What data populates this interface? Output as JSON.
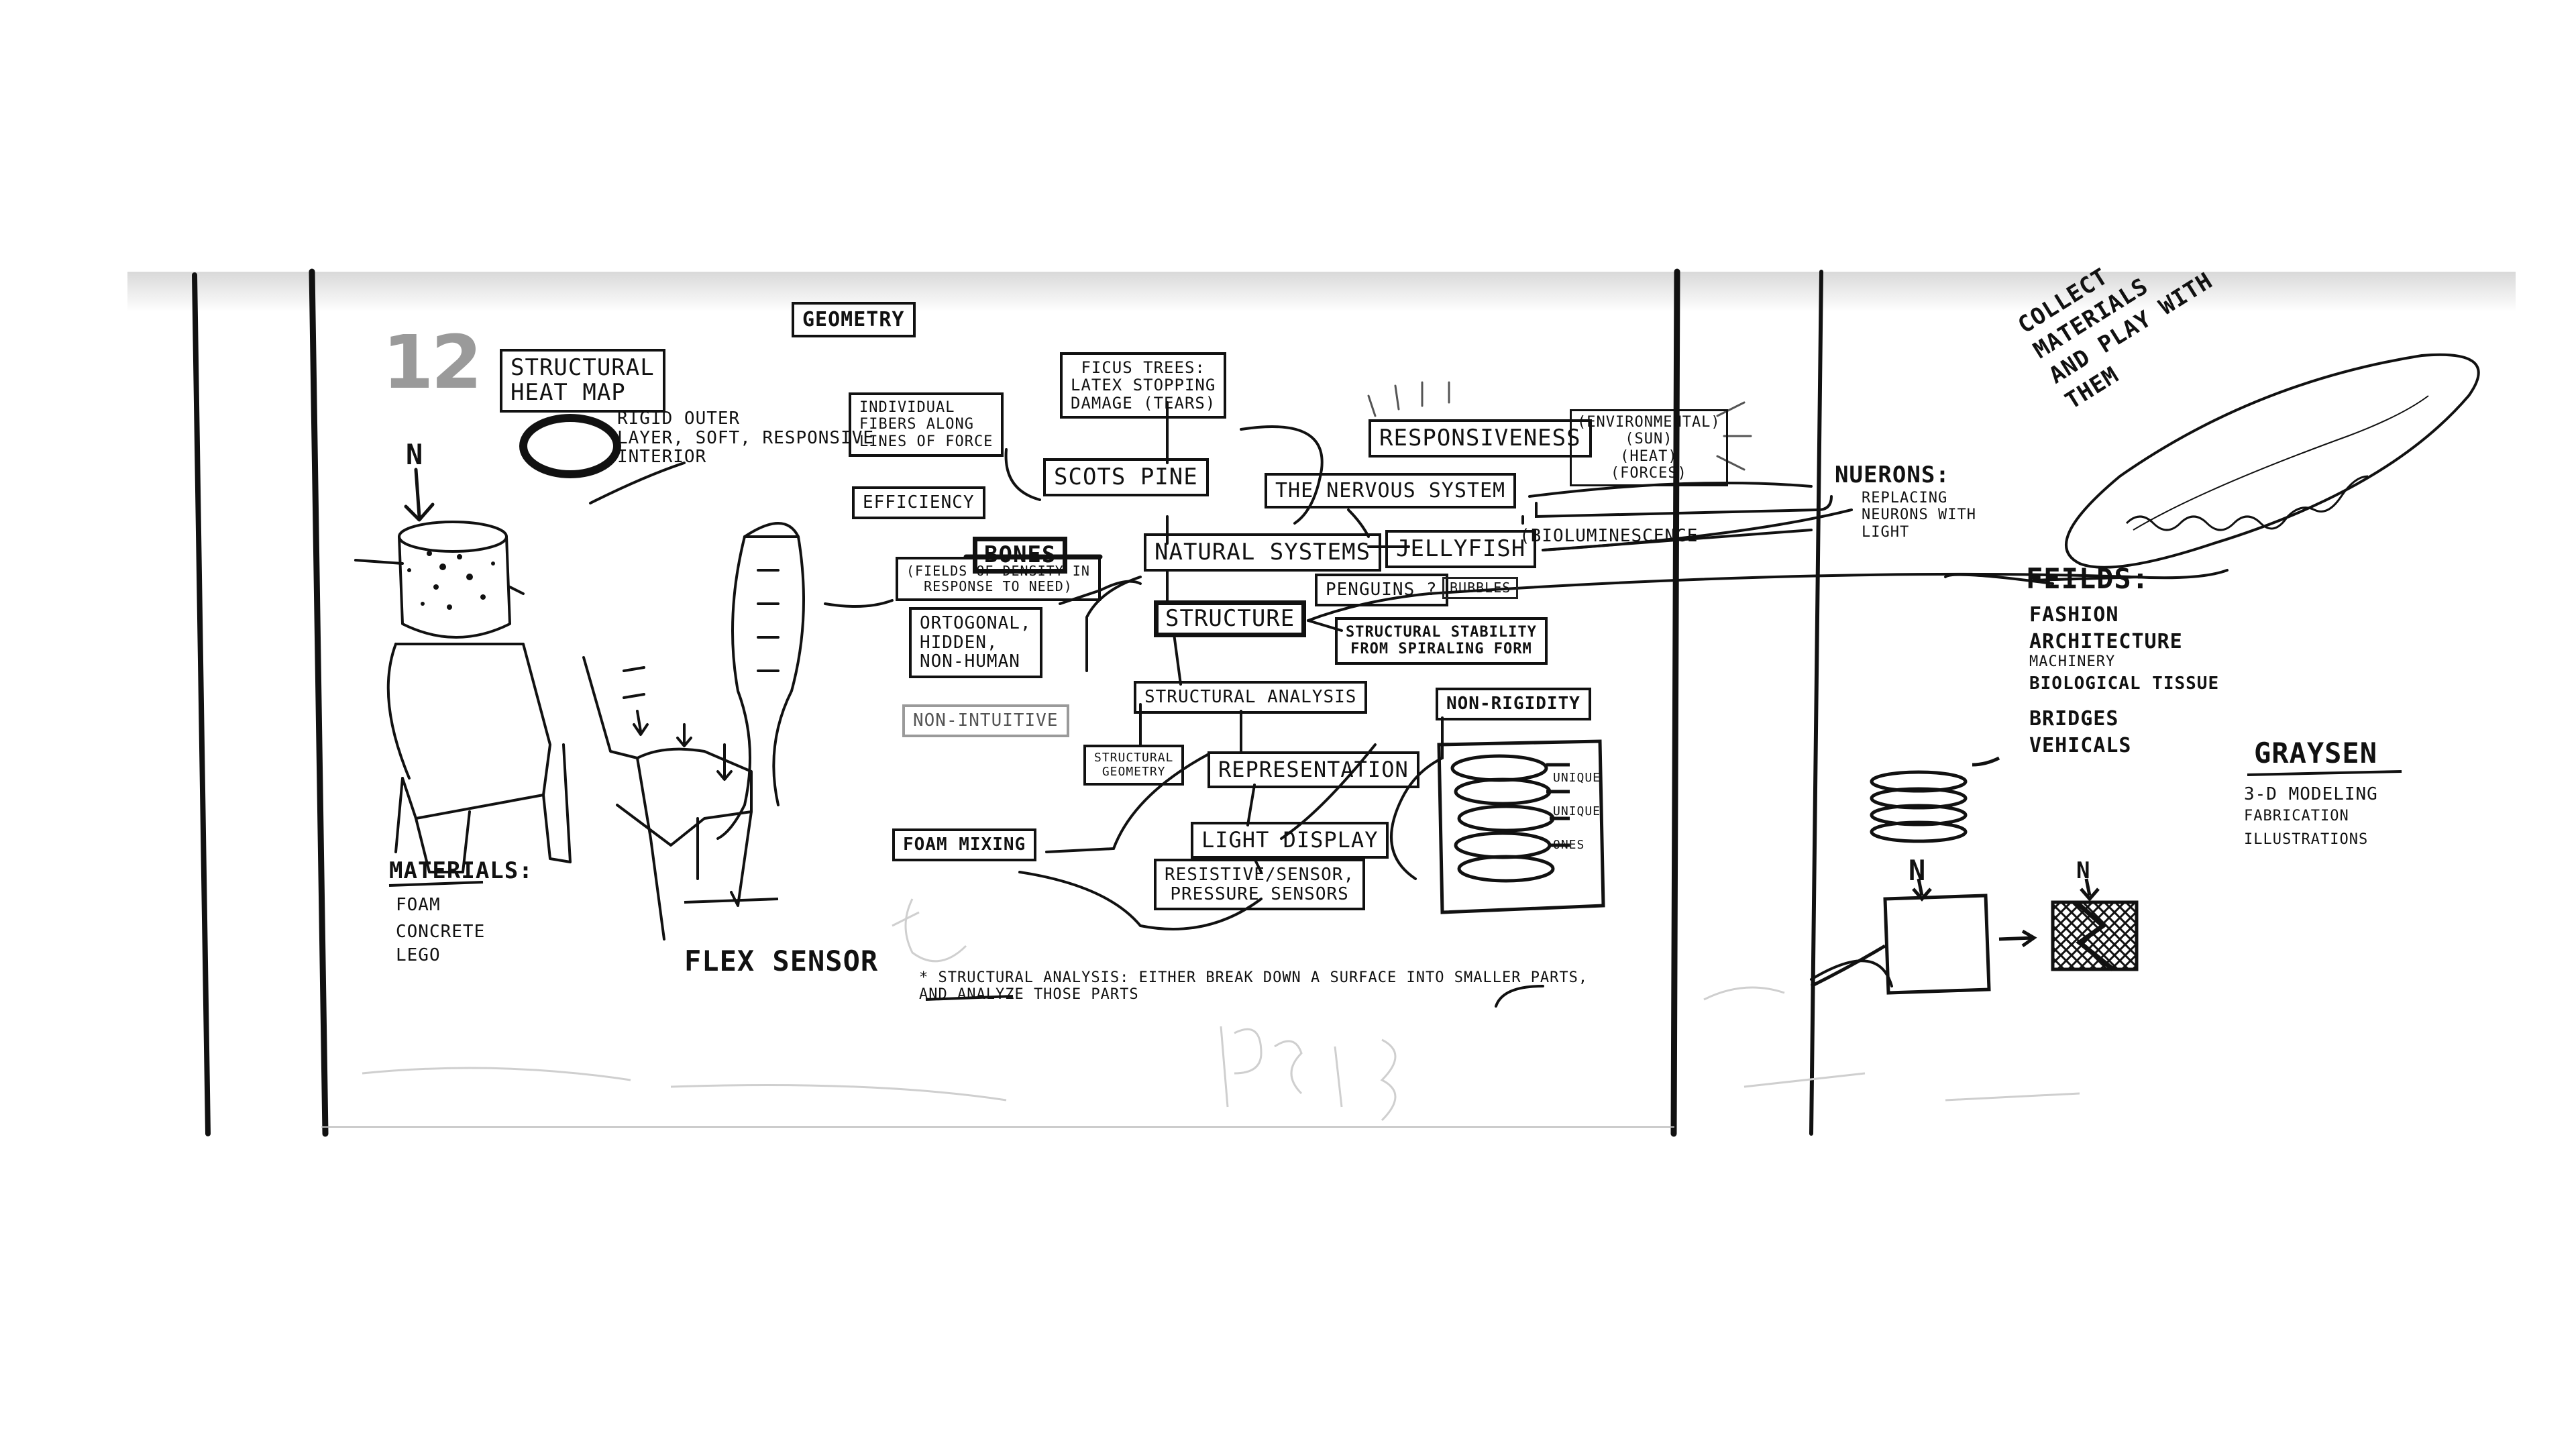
{
  "board": {
    "number": "12",
    "center_boxes": {
      "geometry": "GEOMETRY",
      "ficus_trees": "FICUS TREES:\nLATEX STOPPING\nDAMAGE (TEARS)",
      "individual_fibers": "INDIVIDUAL\nFIBERS ALONG\nLINES OF FORCE",
      "scots_pine": "SCOTS PINE",
      "efficiency": "EFFICIENCY",
      "bones": "BONES",
      "bones_note": "(FIELDS OF DENSITY IN\nRESPONSE TO NEED)",
      "natural_systems": "NATURAL SYSTEMS",
      "responsiveness": "RESPONSIVENESS",
      "responsiveness_note": "(ENVIRONMENTAL)\n(SUN)\n(HEAT)\n(FORCES)",
      "nervous_system": "THE NERVOUS SYSTEM",
      "jellyfish": "JELLYFISH",
      "bioluminescence": "(BIOLUMINESCENCE",
      "penguins": "PENGUINS ?",
      "bubbles": "BUBBLES",
      "structure": "STRUCTURE",
      "structural_stability": "STRUCTURAL STABILITY\nFROM SPIRALING FORM",
      "ortogonal": "ORTOGONAL,\nHIDDEN,\nNON-HUMAN",
      "non_intuitive": "NON-INTUITIVE",
      "structural_analysis": "STRUCTURAL ANALYSIS",
      "non_rigidity": "NON-RIGIDITY",
      "structural_geometry": "STRUCTURAL\nGEOMETRY",
      "representation": "REPRESENTATION",
      "light_display": "LIGHT DISPLAY",
      "resistive_sensor": "RESISTIVE/SENSOR,\nPRESSURE SENSORS",
      "foam_mixing": "FOAM MIXING",
      "stacked_labels": [
        "UNIQUE",
        "UNIQUE",
        "ONES"
      ]
    },
    "left": {
      "structural_heat_map": "STRUCTURAL\nHEAT MAP",
      "rigid_outer": "RIGID OUTER\nLAYER, SOFT, RESPONSIVE\nINTERIOR",
      "n_label": "N",
      "materials": "MATERIALS:",
      "material_items": [
        "FOAM",
        "CONCRETE",
        "LEGO"
      ],
      "flex_sensor": "FLEX SENSOR",
      "footnote": "* STRUCTURAL ANALYSIS: EITHER BREAK DOWN A SURFACE INTO SMALLER PARTS,\nAND ANALYZE THOSE PARTS"
    },
    "right": {
      "neurons": "NUERONS:",
      "neurons_note": "REPLACING\nNEURONS WITH\nLIGHT",
      "collect": "COLLECT\nMATERIALS\nAND PLAY WITH\nTHEM",
      "fields_title": "FEILDS:",
      "fields": [
        "FASHION",
        "ARCHITECTURE",
        "MACHINERY",
        "BIOLOGICAL TISSUE",
        "BRIDGES",
        "VEHICALS"
      ],
      "graysen": "GRAYSEN",
      "graysen_items": [
        "3-D MODELING",
        "FABRICATION",
        "ILLUSTRATIONS"
      ],
      "n_label_a": "N",
      "n_label_b": "N"
    }
  }
}
